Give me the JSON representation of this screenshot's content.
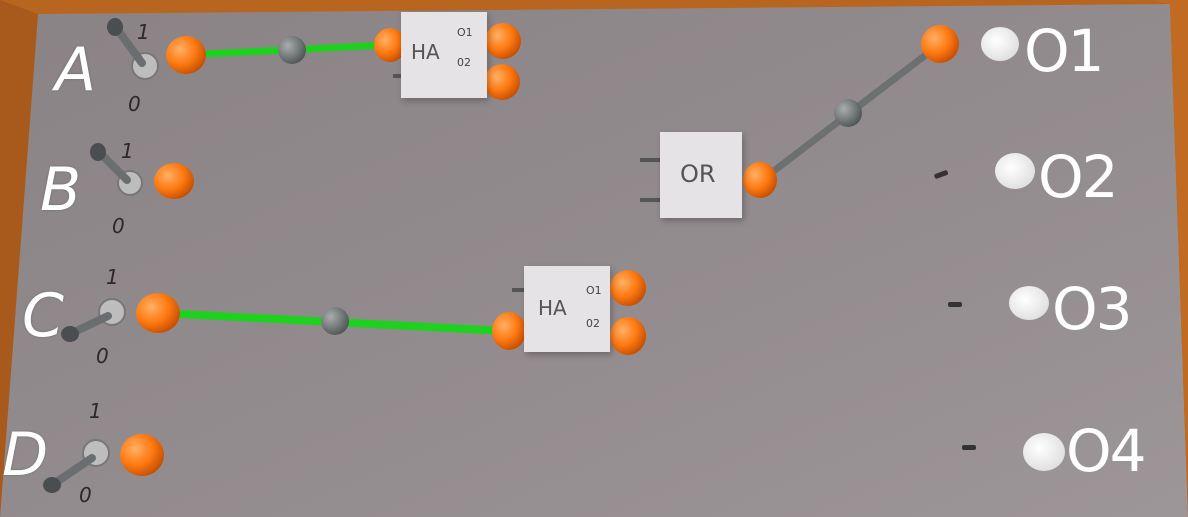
{
  "inputs": [
    {
      "name": "A",
      "high": "1",
      "low": "0"
    },
    {
      "name": "B",
      "high": "1",
      "low": "0"
    },
    {
      "name": "C",
      "high": "1",
      "low": "0"
    },
    {
      "name": "D",
      "high": "1",
      "low": "0"
    }
  ],
  "outputs": [
    "O1",
    "O2",
    "O3",
    "O4"
  ],
  "gates": [
    {
      "type": "HA",
      "ports": [
        "O1",
        "02"
      ]
    },
    {
      "type": "OR"
    },
    {
      "type": "HA",
      "ports": [
        "O1",
        "02"
      ]
    }
  ],
  "colors": {
    "board": "#8e8789",
    "connector": "#ff7a12",
    "wire_active": "#1fd11f",
    "wire_idle": "#6d7070",
    "background": "#b8651f"
  },
  "icons": [
    "toggle-switch-icon",
    "connector-node-icon",
    "output-bulb-icon"
  ]
}
